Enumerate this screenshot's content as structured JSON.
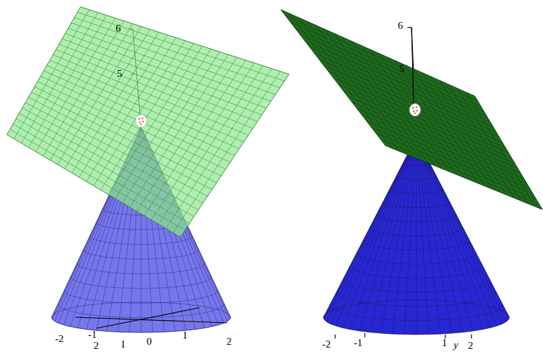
{
  "diagram": {
    "labels": [
      "6",
      "5",
      "-2",
      "-1",
      "2",
      "1",
      "0",
      "1",
      "2",
      "6",
      "5",
      "-2",
      "-1",
      "1",
      "y",
      "2"
    ]
  }
}
